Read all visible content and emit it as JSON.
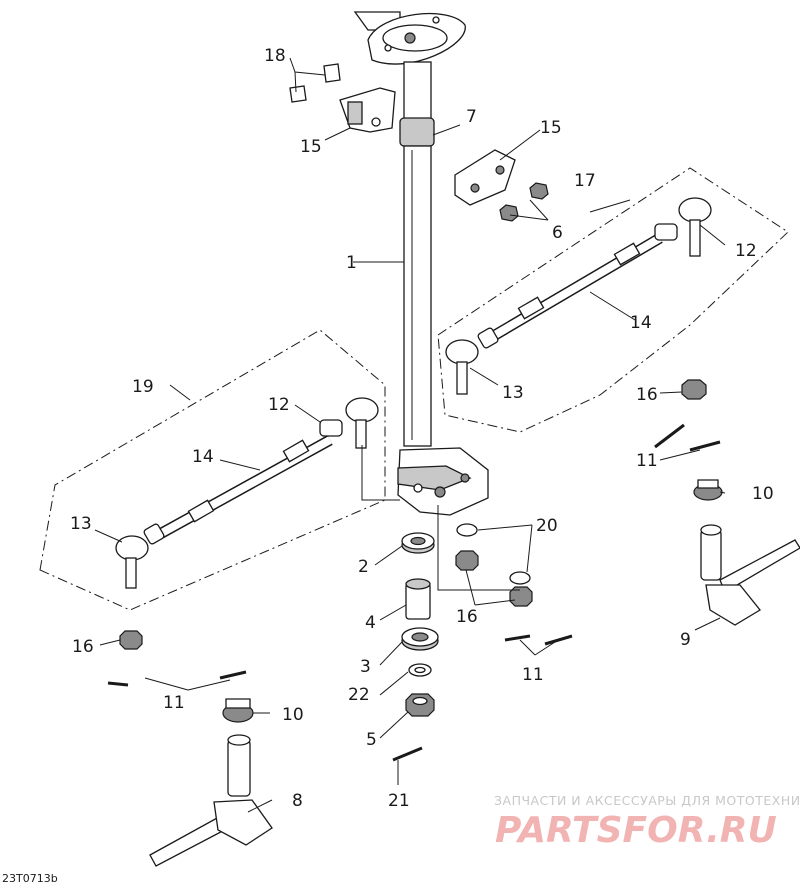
{
  "callouts": {
    "c1": "1",
    "c2": "2",
    "c3": "3",
    "c4": "4",
    "c5": "5",
    "c6": "6",
    "c7": "7",
    "c8": "8",
    "c9": "9",
    "c10a": "10",
    "c10b": "10",
    "c11a": "11",
    "c11b": "11",
    "c11c": "11",
    "c12a": "12",
    "c12b": "12",
    "c13a": "13",
    "c13b": "13",
    "c14a": "14",
    "c14b": "14",
    "c15a": "15",
    "c15b": "15",
    "c16a": "16",
    "c16b": "16",
    "c16c": "16",
    "c17": "17",
    "c18": "18",
    "c19": "19",
    "c20": "20",
    "c21": "21",
    "c22": "22"
  },
  "drawing_number": "23T0713b",
  "watermark": {
    "tagline": "ЗАПЧАСТИ И АКСЕССУАРЫ ДЛЯ МОТОТЕХНИКИ",
    "logo": "PARTSFOR.RU"
  }
}
